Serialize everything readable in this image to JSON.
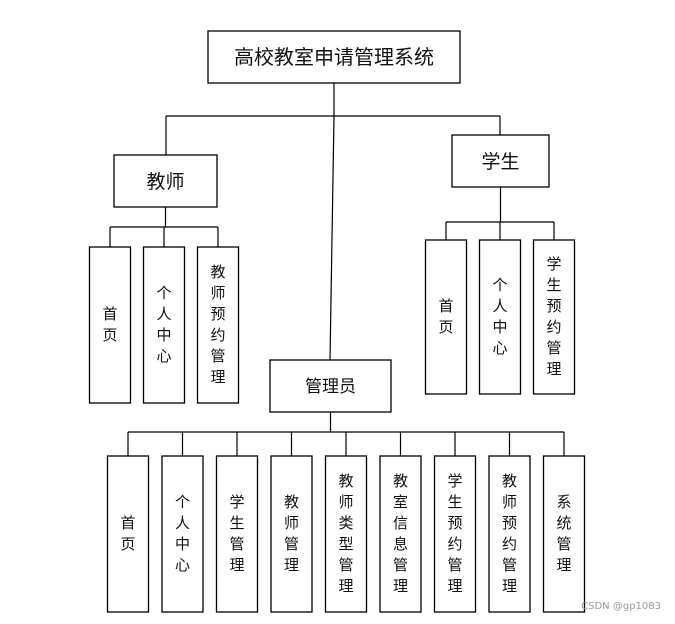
{
  "diagram": {
    "root": "高校教室申请管理系统",
    "branches": [
      {
        "id": "teacher",
        "label": "教师",
        "children": [
          "首页",
          "个人中心",
          "教师预约管理"
        ]
      },
      {
        "id": "admin",
        "label": "管理员",
        "children": [
          "首页",
          "个人中心",
          "学生管理",
          "教师管理",
          "教师类型管理",
          "教室信息管理",
          "学生预约管理",
          "教师预约管理",
          "系统管理"
        ]
      },
      {
        "id": "student",
        "label": "学生",
        "children": [
          "首页",
          "个人中心",
          "学生预约管理"
        ]
      }
    ]
  },
  "watermark": "CSDN @gp1083"
}
